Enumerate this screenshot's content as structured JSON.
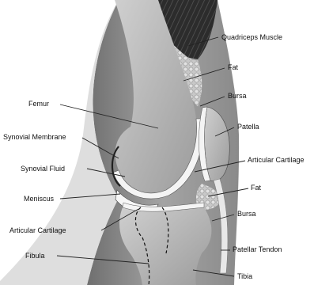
{
  "labels": {
    "quadriceps_muscle": "Quadriceps Muscle",
    "fat_upper": "Fat",
    "bursa_upper": "Bursa",
    "femur": "Femur",
    "patella": "Patella",
    "synovial_membrane": "Synovial Membrane",
    "articular_cartilage_right": "Articular Cartilage",
    "synovial_fluid": "Synovial Fluid",
    "fat_lower": "Fat",
    "meniscus": "Meniscus",
    "bursa_lower": "Bursa",
    "articular_cartilage_left": "Articular Cartilage",
    "patellar_tendon": "Patellar Tendon",
    "fibula": "Fibula",
    "tibia": "Tibia"
  },
  "colors": {
    "background": "#ffffff",
    "skin": "#9a9a9a",
    "bone": "#b9b9b9",
    "cartilage": "#f2f2f2",
    "muscle": "#333333",
    "fat": "#bfbfbf",
    "leader_line": "#222222"
  }
}
